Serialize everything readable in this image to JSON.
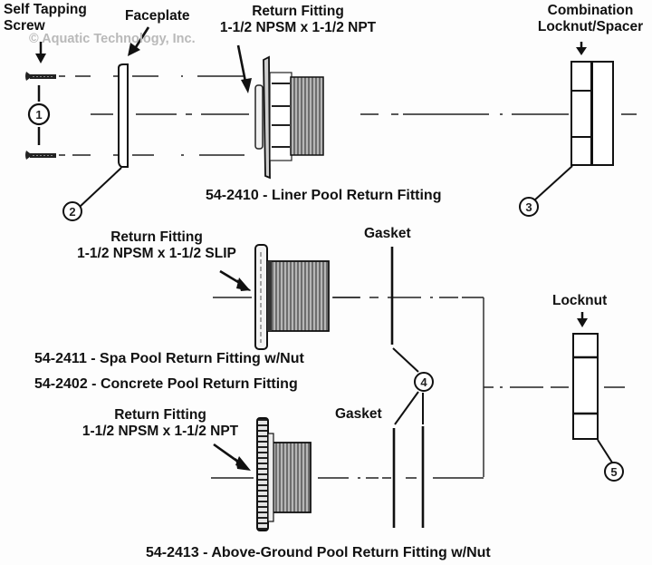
{
  "watermark": "© Aquatic Technology, Inc.",
  "labels": {
    "screw": [
      "Self Tapping",
      "Screw"
    ],
    "faceplate": "Faceplate",
    "liner_fitting": [
      "Return Fitting",
      "1-1/2 NPSM x 1-1/2 NPT"
    ],
    "combo_locknut": [
      "Combination",
      "Locknut/Spacer"
    ],
    "spa_fitting": [
      "Return Fitting",
      "1-1/2 NPSM x 1-1/2 SLIP"
    ],
    "gasket_top": "Gasket",
    "gasket_bottom": "Gasket",
    "locknut": "Locknut",
    "ag_fitting": [
      "Return Fitting",
      "1-1/2 NPSM x 1-1/2 NPT"
    ]
  },
  "captions": {
    "liner": "54-2410 - Liner Pool Return Fitting",
    "spa": "54-2411 - Spa Pool Return Fitting w/Nut",
    "concrete": "54-2402 - Concrete Pool Return Fitting",
    "above_ground": "54-2413 - Above-Ground Pool Return Fitting w/Nut"
  },
  "callouts": [
    "1",
    "2",
    "3",
    "4",
    "5"
  ]
}
